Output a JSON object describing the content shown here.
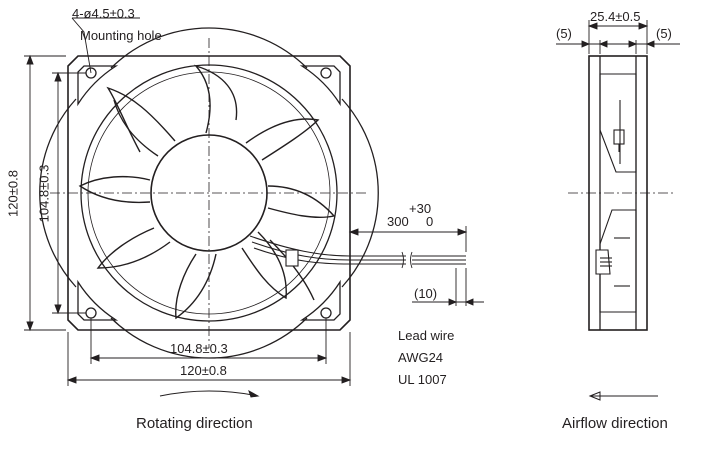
{
  "front_view": {
    "mount_hole_dim": "4-ø4.5±0.3",
    "mount_hole_label": "Mounting hole",
    "height_dim": "120±0.8",
    "hole_pitch_v_dim": "104.8±0.3",
    "hole_pitch_h_dim": "104.8±0.3",
    "width_dim": "120±0.8",
    "rotating_caption": "Rotating direction"
  },
  "lead_wire": {
    "tol_upper": "+30",
    "length": "300",
    "tol_lower": "0",
    "strip_len": "(10)",
    "spec_lines": [
      "Lead wire",
      "AWG24",
      "UL 1007"
    ]
  },
  "side_view": {
    "depth_dim": "25.4±0.5",
    "left_offset": "(5)",
    "right_offset": "(5)",
    "airflow_caption": "Airflow direction"
  },
  "colors": {
    "line": "#231f20",
    "background": "#ffffff"
  }
}
